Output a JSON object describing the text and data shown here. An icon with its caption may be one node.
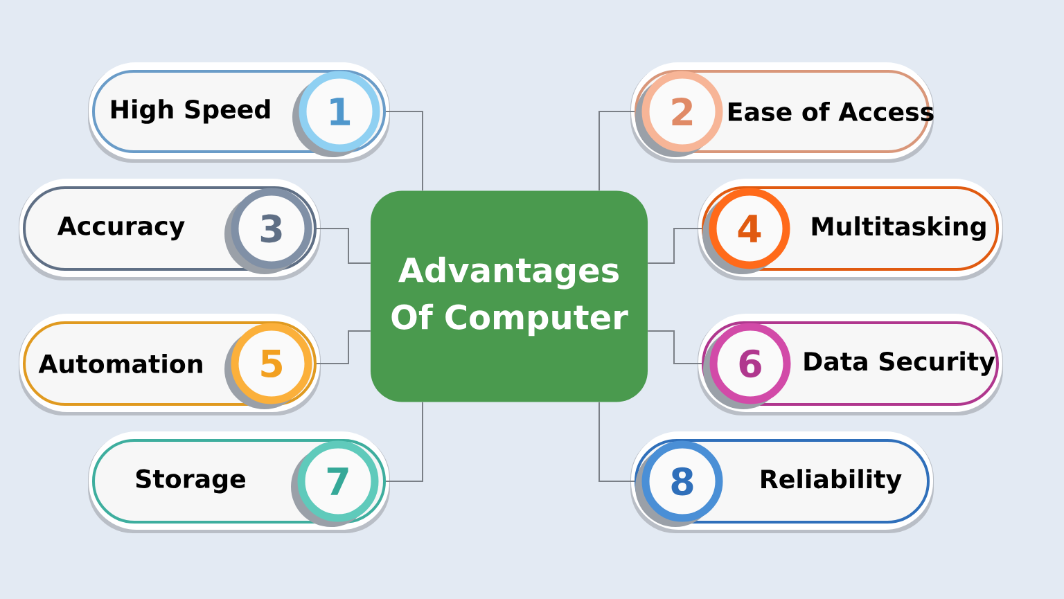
{
  "diagram": {
    "nodes": [
      {
        "text": [
          "Advantages Of Computer"
        ]
      },
      {
        "text": [
          "High Speed"
        ]
      },
      {
        "text": [
          "1"
        ],
        "in": 1
      },
      {
        "text": [
          "Ease of Access"
        ]
      },
      {
        "text": [
          "2"
        ],
        "in": 3
      },
      {
        "text": [
          "Accuracy"
        ]
      },
      {
        "text": [
          "3"
        ],
        "in": 5
      },
      {
        "text": [
          "Multitasking"
        ]
      },
      {
        "text": [
          "4"
        ],
        "in": 7
      },
      {
        "text": [
          "Automation"
        ]
      },
      {
        "text": [
          "5"
        ],
        "in": 9
      },
      {
        "text": [
          "Data Security"
        ]
      },
      {
        "text": [
          "6"
        ],
        "in": 11
      },
      {
        "text": [
          "Storage"
        ]
      },
      {
        "text": [
          "7"
        ],
        "in": 13
      },
      {
        "text": [
          "Reliability"
        ]
      },
      {
        "text": [
          "8"
        ],
        "in": 15
      }
    ],
    "edges": [
      {
        "from": 1,
        "to": 0,
        "arrow": "none"
      },
      {
        "from": 3,
        "to": 0,
        "arrow": "none"
      },
      {
        "from": 5,
        "to": 0,
        "arrow": "none"
      },
      {
        "from": 7,
        "to": 0,
        "arrow": "none"
      },
      {
        "from": 9,
        "to": 0,
        "arrow": "none"
      },
      {
        "from": 11,
        "to": 0,
        "arrow": "none"
      },
      {
        "from": 13,
        "to": 0,
        "arrow": "none"
      },
      {
        "from": 15,
        "to": 0,
        "arrow": "none"
      }
    ]
  }
}
